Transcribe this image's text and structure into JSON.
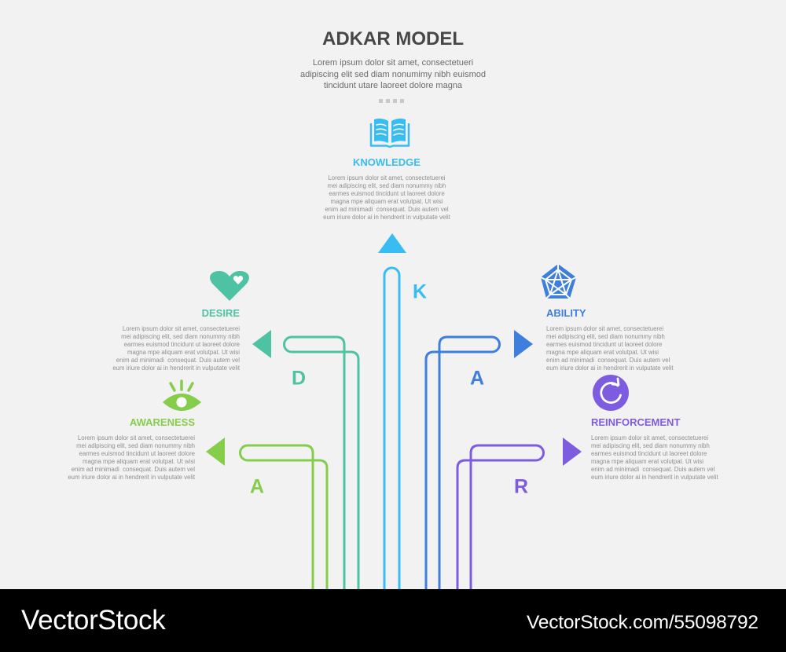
{
  "header": {
    "title": "ADKAR MODEL",
    "subtitle_lines": [
      "Lorem ipsum dolor sit amet, consectetueri",
      "adipiscing elit sed diam nonumimy nibh euismod",
      "tincidunt utare laoreet dolore magna"
    ]
  },
  "stages": [
    {
      "id": "awareness",
      "letter": "A",
      "label": "AWARENESS",
      "icon": "eye-icon",
      "color": "#86cd4c",
      "lines": [
        "Lorem ipsum dolor sit amet, consectetuerei",
        "mei adipiscing elit, sed diam nonummy nibh",
        "earmes euismod tincidunt ut laoreet dolore",
        "magna mpe aliquam erat volutpat. Ut wisi",
        "enim ad minimadi  consequat. Duis autem vel",
        "eum iriure dolor ai in hendrerit in vulputate velit"
      ]
    },
    {
      "id": "desire",
      "letter": "D",
      "label": "DESIRE",
      "icon": "heart-icon",
      "color": "#4dc3a3",
      "lines": [
        "Lorem ipsum dolor sit amet, consectetuerei",
        "mei adipiscing elit, sed diam nonummy nibh",
        "earmes euismod tincidunt ut laoreet dolore",
        "magna mpe aliquam erat volutpat. Ut wisi",
        "enim ad minimadi  consequat. Duis autem vel",
        "eum iriure dolor ai in hendrerit in vulputate velit"
      ]
    },
    {
      "id": "knowledge",
      "letter": "K",
      "label": "KNOWLEDGE",
      "icon": "book-icon",
      "color": "#38bdf2",
      "lines": [
        "Lorem ipsum dolor sit amet, consectetuerei",
        "mei adipiscing elit, sed diam nonummy nibh",
        "earmes euismod tincidunt ut laoreet dolore",
        "magna mpe aliquam erat volutpat. Ut wisi",
        "enim ad minimadi  consequat. Duis autem vel",
        "eum iriure dolor ai in hendrerit in vulputate velit"
      ]
    },
    {
      "id": "ability",
      "letter": "A",
      "label": "ABILITY",
      "icon": "pentagon-web-icon",
      "color": "#3e7fdd",
      "lines": [
        "Lorem ipsum dolor sit amet, consectetuerei",
        "mei adipiscing elit, sed diam nonummy nibh",
        "earmes euismod tincidunt ut laoreet dolore",
        "magna mpe aliquam erat volutpat. Ut wisi",
        "enim ad minimadi  consequat. Duis autem vel",
        "eum iriure dolor ai in hendrerit in vulputate velit"
      ]
    },
    {
      "id": "reinforcement",
      "letter": "R",
      "label": "REINFORCEMENT",
      "icon": "refresh-icon",
      "color": "#7d5ce0",
      "lines": [
        "Lorem ipsum dolor sit amet, consectetuerei",
        "mei adipiscing elit, sed diam nonummy nibh",
        "earmes euismod tincidunt ut laoreet dolore",
        "magna mpe aliquam erat volutpat. Ut wisi",
        "enim ad minimadi  consequat. Duis autem vel",
        "eum iriure dolor ai in hendrerit in vulputate velit"
      ]
    }
  ],
  "footer": {
    "brand": "VectorStock",
    "url": "VectorStock.com/55098792"
  }
}
